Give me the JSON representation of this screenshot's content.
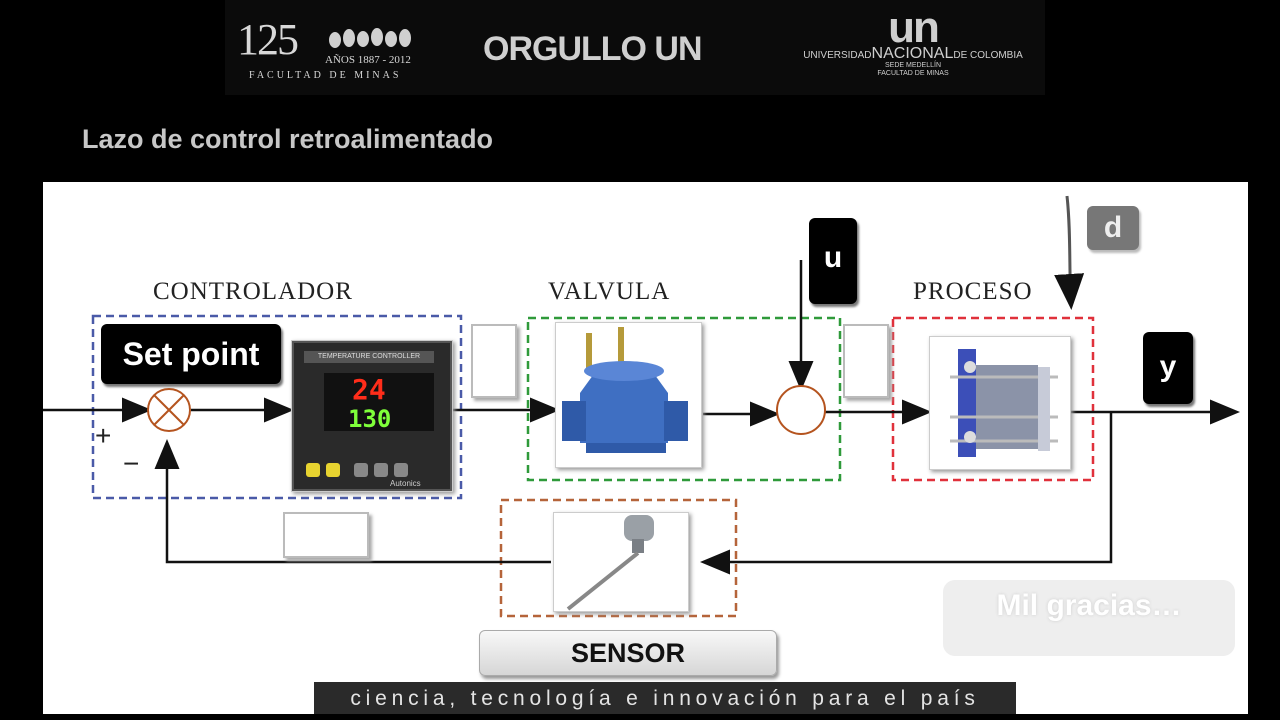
{
  "banner": {
    "logo_125": {
      "number": "125",
      "years": "AÑOS 1887 - 2012",
      "faculty": "FACULTAD DE MINAS"
    },
    "logo_orgullo": "ORGULLO UN",
    "logo_un": {
      "mark": "un",
      "line1_pre": "UNIVERSIDAD",
      "line1_main": "NACIONAL",
      "line1_post": "DE COLOMBIA",
      "line2": "SEDE MEDELLÍN",
      "line3": "FACULTAD DE MINAS"
    }
  },
  "page_title": "Lazo de control retroalimentado",
  "diagram": {
    "blocks": {
      "controller": "CONTROLADOR",
      "valve": "VALVULA",
      "process": "PROCESO"
    },
    "signs": {
      "plus": "+",
      "minus": "−"
    },
    "tags": {
      "set_point": "Set point",
      "u": "u",
      "d": "d",
      "y": "y"
    },
    "controller_display": {
      "header": "TEMPERATURE CONTROLLER",
      "pv": "24",
      "sv": "130",
      "brand": "Autonics"
    },
    "sensor_label": "SENSOR",
    "thanks": "Mil gracias…",
    "colors": {
      "controller_border": "#4a5aa8",
      "valve_border": "#2f9a3a",
      "process_border": "#e0313b",
      "sensor_border": "#b5643a",
      "summer": "#b5541f"
    }
  },
  "footer": "ciencia, tecnología e innovación para el país"
}
